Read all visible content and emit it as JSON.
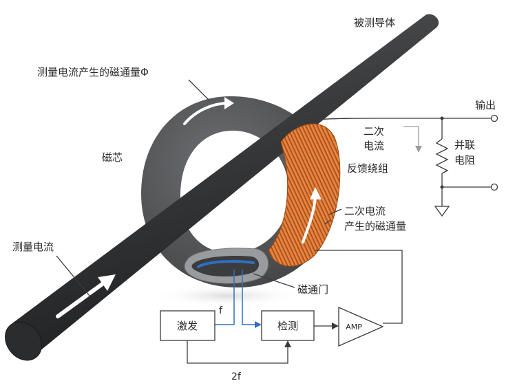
{
  "labels": {
    "conductor": "被测导体",
    "measured_flux": "测量电流产生的磁通量Φ",
    "core": "磁芯",
    "measured_current": "测量电流",
    "output": "输出",
    "secondary_current_line1": "二次",
    "secondary_current_line2": "电流",
    "parallel_resistor_line1": "并联",
    "parallel_resistor_line2": "电阻",
    "feedback_winding": "反馈绕组",
    "secondary_flux_line1": "二次电流",
    "secondary_flux_line2": "产生的磁通量",
    "fluxgate": "磁通门",
    "freq_f": "f",
    "freq_2f": "2f"
  },
  "blocks": {
    "excitation": "激发",
    "detection": "检测",
    "amp": "AMP"
  },
  "colors": {
    "core": "#58595b",
    "conductor": "#3d3e40",
    "winding": "#e0782e",
    "fluxgate_blue": "#2f6fc0",
    "wire": "#3a3a3a"
  }
}
